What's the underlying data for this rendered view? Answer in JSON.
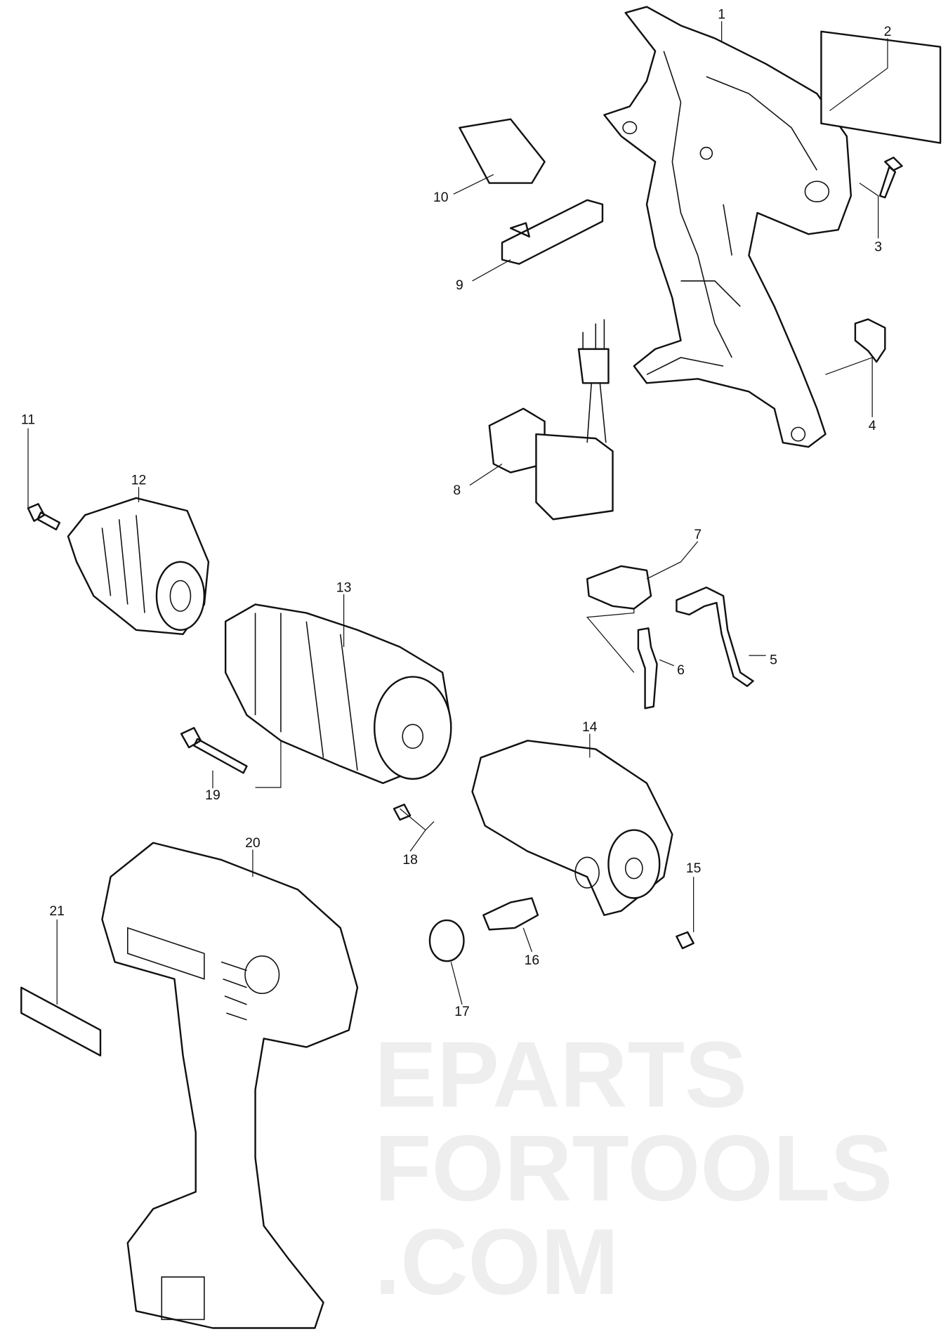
{
  "watermark": "EPARTSFORTOOLS.COM",
  "parts": [
    {
      "no": "1"
    },
    {
      "no": "2"
    },
    {
      "no": "3"
    },
    {
      "no": "4"
    },
    {
      "no": "5"
    },
    {
      "no": "6"
    },
    {
      "no": "7"
    },
    {
      "no": "8"
    },
    {
      "no": "9"
    },
    {
      "no": "10"
    },
    {
      "no": "11"
    },
    {
      "no": "12"
    },
    {
      "no": "13"
    },
    {
      "no": "14"
    },
    {
      "no": "15"
    },
    {
      "no": "16"
    },
    {
      "no": "17"
    },
    {
      "no": "18"
    },
    {
      "no": "19"
    },
    {
      "no": "20"
    },
    {
      "no": "21"
    }
  ]
}
